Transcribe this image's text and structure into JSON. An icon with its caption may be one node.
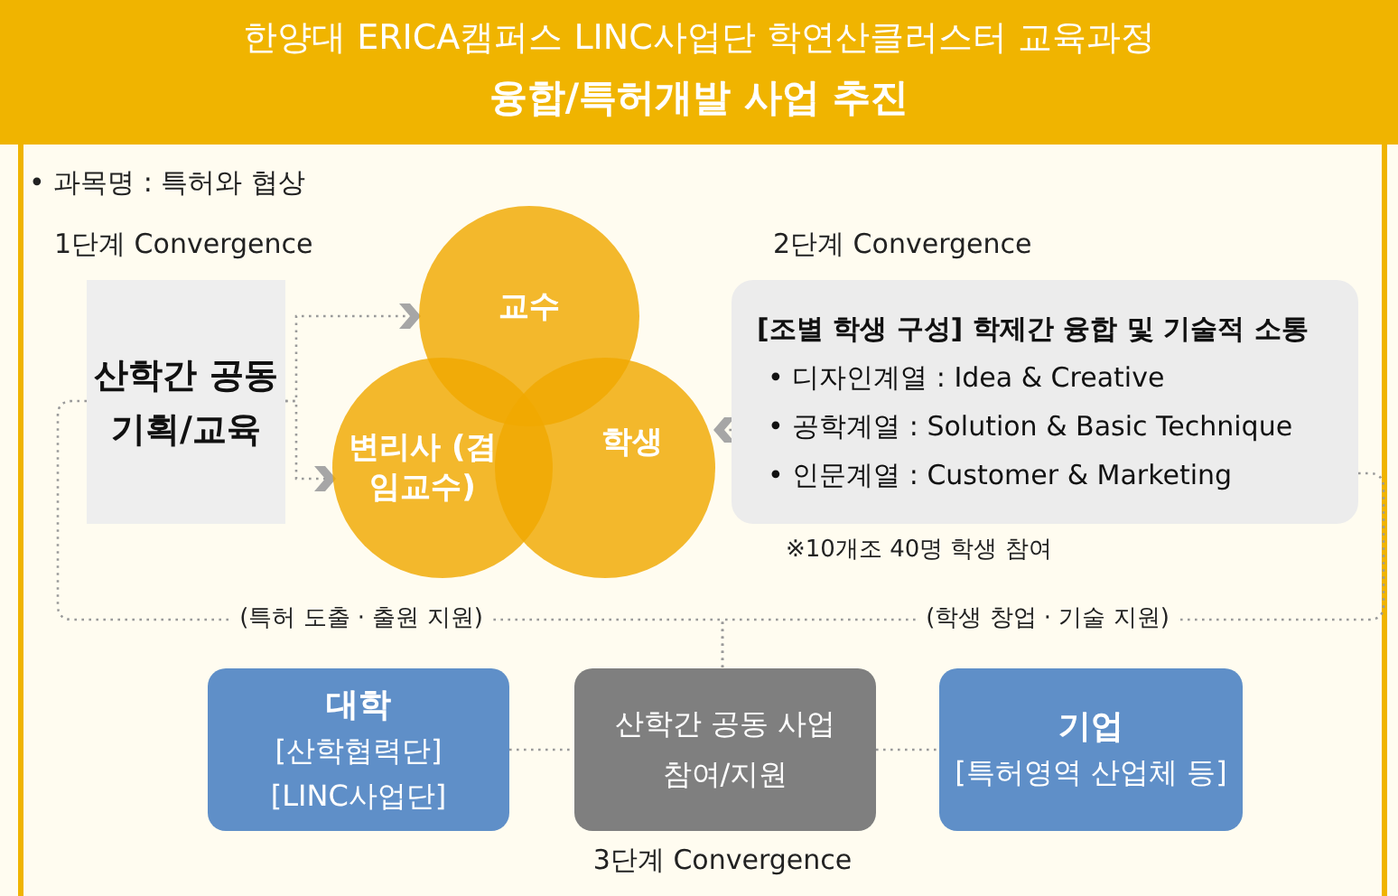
{
  "diagram": {
    "title": "한양대 ERICA캠퍼스 LINC사업단 학연산클러스터 교육과정",
    "nodes": [
      {
        "text": [
          "산학간 공동 기획/교육"
        ]
      },
      {
        "text": [
          "교수"
        ]
      },
      {
        "text": [
          "변리사 (겸임교수)"
        ]
      },
      {
        "text": [
          "학생"
        ]
      },
      {
        "text": [
          "[조별 학생 구성] 학제간 융합 및 기술적 소통",
          "• 디자인계열 : Idea & Creative",
          "• 공학계열 : Solution & Basic Technique",
          "• 인문계열 : Customer & Marketing"
        ],
        "beside": [
          "※10개조 40명 학생 참여"
        ]
      },
      {
        "text": [
          "대학",
          "[산학협력단]",
          "[LINC사업단]"
        ]
      },
      {
        "text": [
          "산학간 공동 사업참여/지원"
        ]
      },
      {
        "text": [
          "기업",
          "[특허영역 산업체 등]"
        ]
      }
    ],
    "edges": [
      {
        "from": 0,
        "to": 1,
        "arrow": "to"
      },
      {
        "from": 0,
        "to": 2,
        "arrow": "to"
      },
      {
        "from": 4,
        "to": 3,
        "arrow": "to"
      },
      {
        "from": 0,
        "to": 6,
        "arrow": "none",
        "label": "(특허 도출 · 출원 지원)"
      },
      {
        "from": 4,
        "to": 6,
        "arrow": "none",
        "label": "(학생 창업 · 기술 지원)"
      },
      {
        "from": 5,
        "to": 6,
        "arrow": "none"
      },
      {
        "from": 6,
        "to": 7,
        "arrow": "none"
      }
    ],
    "labels": [
      "융합/특허개발 사업 추진",
      "• 과목명 : 특허와 협상",
      "1단계 Convergence",
      "2단계 Convergence",
      "3단계 Convergence"
    ]
  }
}
